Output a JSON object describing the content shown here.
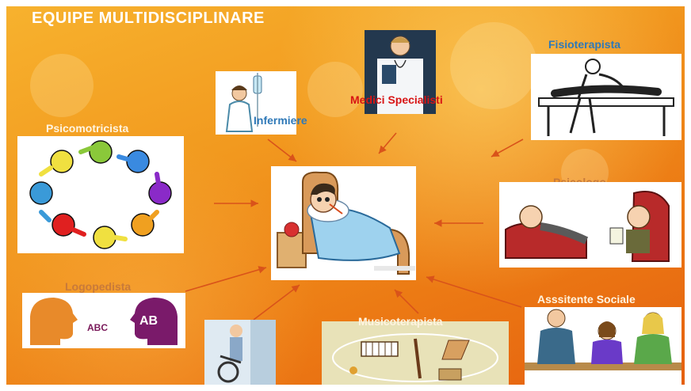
{
  "title": "EQUIPE MULTIDISCIPLINARE",
  "roles": {
    "medici": "Medici Specialisti",
    "infermiere": "Infermiere",
    "fisioterapista": "Fisioterapista",
    "psicomotricista": "Psicomotricista",
    "psicologo": "Psicologo",
    "logopedista": "Logopedista",
    "musicoterapista": "Musicoterapista",
    "assistente": "Asssitente Sociale"
  },
  "patient_caption": "",
  "colors": {
    "background_top": "#f7b22e",
    "background_bottom": "#e5600f",
    "arrow": "#d9531a",
    "label_blue": "#2f79b8",
    "label_red": "#d81414",
    "label_white": "#fff4e0"
  }
}
